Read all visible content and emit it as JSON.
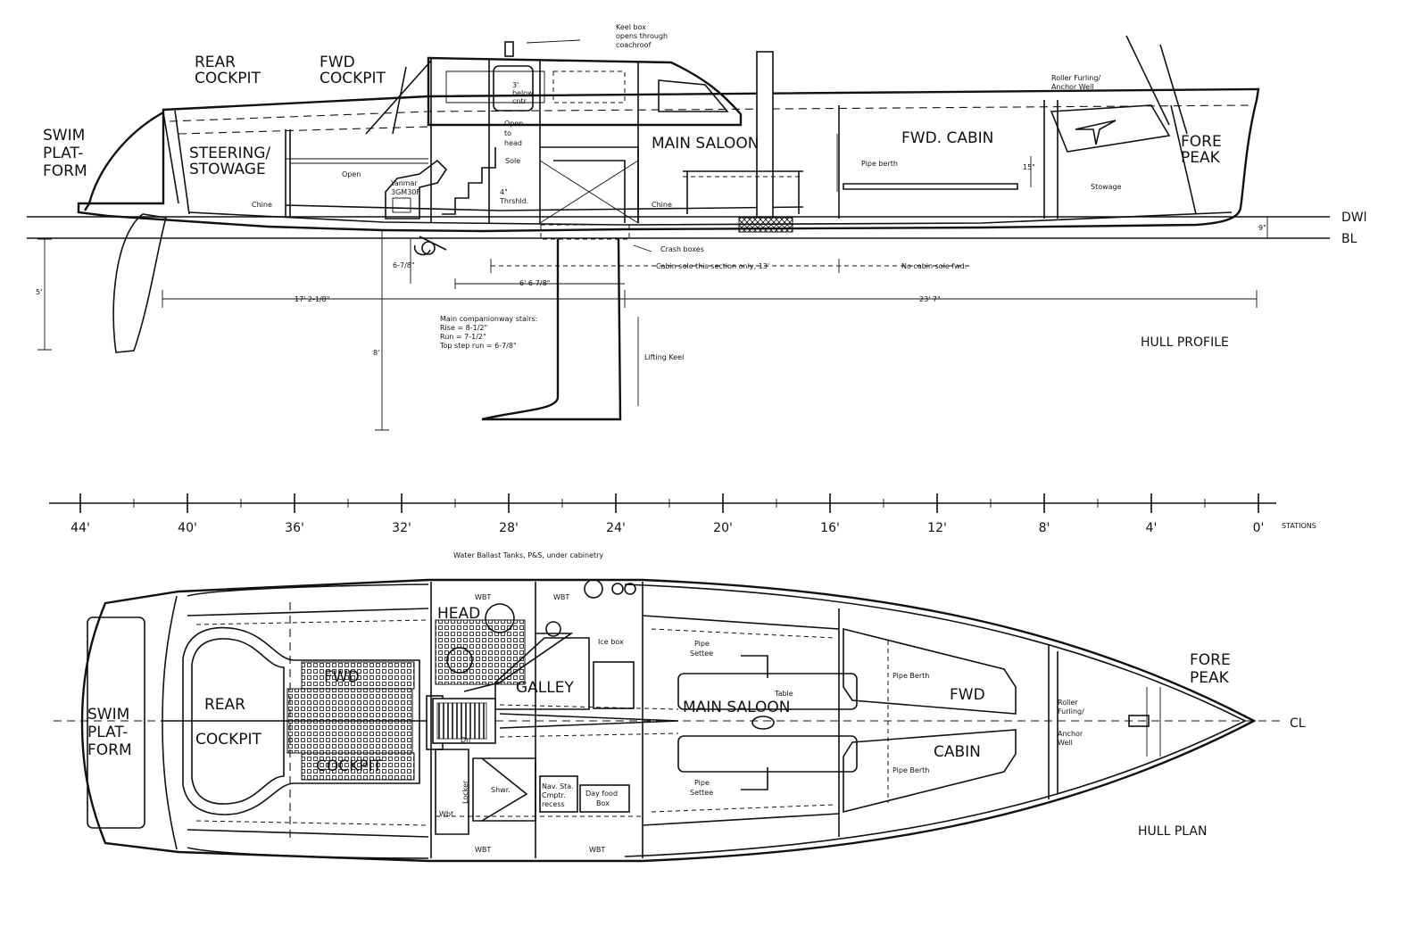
{
  "profile": {
    "title": "HULL PROFILE",
    "labels": {
      "swim_platform": [
        "SWIM",
        "PLAT-",
        "FORM"
      ],
      "rear_cockpit": [
        "REAR",
        "COCKPIT"
      ],
      "fwd_cockpit": [
        "FWD",
        "COCKPIT"
      ],
      "steering": [
        "STEERING/",
        "STOWAGE"
      ],
      "main_saloon": "MAIN SALOON",
      "fwd_cabin": "FWD. CABIN",
      "fore_peak": [
        "FORE",
        "PEAK"
      ],
      "keel_box": [
        "Keel box",
        "opens through",
        "coachroof"
      ],
      "roller_furling": [
        "Roller Furling/",
        "Anchor Well"
      ],
      "open": "Open",
      "open_to_head": [
        "Open",
        "to",
        "head"
      ],
      "below_cnter": [
        "3'",
        "below",
        "cntr"
      ],
      "sole": "Sole",
      "threshold": [
        "4\"",
        "Thrshld."
      ],
      "yanmar": [
        "Yanmar",
        "3GM30F"
      ],
      "chine_aft": "Chine",
      "chine_fwd": "Chine",
      "pipe_berth": "Pipe berth",
      "stowage": "Stowage",
      "crash_boxes": "Crash boxes",
      "cabin_sole": "Cabin sole this section only, 13'",
      "no_cabin_sole": "No cabin sole fwd.",
      "dim_6_6": "6' 6-7/8\"",
      "dim_17": "17' 2-1/8\"",
      "dim_23": "23' 7\"",
      "dim_5": "5'",
      "dim_8": "8'",
      "dim_6_7_8": "6-7/8\"",
      "dim_9": "9\"",
      "dim_15": "15\"",
      "companionway": [
        "Main companionway stairs:",
        "Rise = 8-1/2\"",
        "Run = 7-1/2\"",
        "Top step run = 6-7/8\""
      ],
      "lifting_keel": "Lifting Keel",
      "dwl": "DWl",
      "bl": "BL"
    }
  },
  "stations": {
    "labels": [
      "44'",
      "40'",
      "36'",
      "32'",
      "28'",
      "24'",
      "20'",
      "16'",
      "12'",
      "8'",
      "4'",
      "0'"
    ],
    "caption": "STATIONS"
  },
  "plan": {
    "title": "HULL PLAN",
    "labels": {
      "swim_platform": [
        "SWIM",
        "PLAT-",
        "FORM"
      ],
      "rear_cockpit": [
        "REAR",
        "COCKPIT"
      ],
      "fwd_cockpit": [
        "FWD",
        "COCKPIT"
      ],
      "head": "HEAD",
      "galley": "GALLEY",
      "main_saloon": "MAIN SALOON",
      "fwd_cabin": [
        "FWD",
        "CABIN"
      ],
      "fore_peak": [
        "FORE",
        "PEAK"
      ],
      "cl": "CL",
      "water_ballast": "Water Ballast Tanks, P&S, under cabinetry",
      "wbt_1": "WBT",
      "wbt_2": "WBT",
      "wbt_3": "WBT",
      "wbt_4": "WBT",
      "wbt_5": "Wbt",
      "ice_box": "Ice box",
      "pipe_settee_1": [
        "Pipe",
        "Settee"
      ],
      "pipe_settee_2": [
        "Pipe",
        "Settee"
      ],
      "table": "Table",
      "pipe_berth_1": "Pipe Berth",
      "pipe_berth_2": "Pipe Berth",
      "roller_furling": [
        "Roller",
        "Furling/",
        "Anchor",
        "Well"
      ],
      "locker": "Locker",
      "shwr": "Shwr.",
      "nav": [
        "Nav. Sta.",
        "Cmptr.",
        "recess"
      ],
      "day_food": [
        "Day food",
        "Box"
      ],
      "dn": "Dn"
    }
  }
}
